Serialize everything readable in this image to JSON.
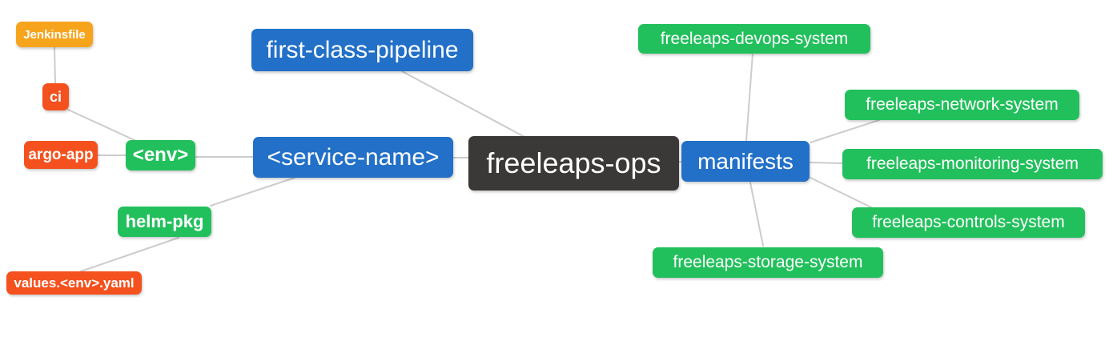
{
  "diagram": {
    "background": "#ffffff",
    "edge_color": "#cccccc",
    "palette": {
      "blue": "#2270c8",
      "green": "#22c05c",
      "orange": "#f7a41d",
      "red": "#f4511e",
      "dark": "#3b3938",
      "text": "#ffffff"
    },
    "nodes": [
      {
        "id": "jenkinsfile",
        "label": "Jenkinsfile",
        "color": "orange"
      },
      {
        "id": "ci",
        "label": "ci",
        "color": "red"
      },
      {
        "id": "argo-app",
        "label": "argo-app",
        "color": "red"
      },
      {
        "id": "env",
        "label": "<env>",
        "color": "green"
      },
      {
        "id": "first-class-pipeline",
        "label": "first-class-pipeline",
        "color": "blue"
      },
      {
        "id": "service-name",
        "label": "<service-name>",
        "color": "blue"
      },
      {
        "id": "freeleaps-ops",
        "label": "freeleaps-ops",
        "color": "dark"
      },
      {
        "id": "manifests",
        "label": "manifests",
        "color": "blue"
      },
      {
        "id": "helm-pkg",
        "label": "helm-pkg",
        "color": "green"
      },
      {
        "id": "values-env-yaml",
        "label": "values.<env>.yaml",
        "color": "red"
      },
      {
        "id": "freeleaps-devops-system",
        "label": "freeleaps-devops-system",
        "color": "green"
      },
      {
        "id": "freeleaps-network-system",
        "label": "freeleaps-network-system",
        "color": "green"
      },
      {
        "id": "freeleaps-monitoring-system",
        "label": "freeleaps-monitoring-system",
        "color": "green"
      },
      {
        "id": "freeleaps-controls-system",
        "label": "freeleaps-controls-system",
        "color": "green"
      },
      {
        "id": "freeleaps-storage-system",
        "label": "freeleaps-storage-system",
        "color": "green"
      }
    ],
    "edges": [
      {
        "from": "jenkinsfile",
        "to": "ci"
      },
      {
        "from": "ci",
        "to": "env"
      },
      {
        "from": "argo-app",
        "to": "env"
      },
      {
        "from": "env",
        "to": "service-name"
      },
      {
        "from": "first-class-pipeline",
        "to": "freeleaps-ops"
      },
      {
        "from": "service-name",
        "to": "freeleaps-ops"
      },
      {
        "from": "helm-pkg",
        "to": "service-name"
      },
      {
        "from": "values-env-yaml",
        "to": "helm-pkg"
      },
      {
        "from": "freeleaps-ops",
        "to": "manifests"
      },
      {
        "from": "manifests",
        "to": "freeleaps-devops-system"
      },
      {
        "from": "manifests",
        "to": "freeleaps-network-system"
      },
      {
        "from": "manifests",
        "to": "freeleaps-monitoring-system"
      },
      {
        "from": "manifests",
        "to": "freeleaps-controls-system"
      },
      {
        "from": "manifests",
        "to": "freeleaps-storage-system"
      }
    ]
  }
}
